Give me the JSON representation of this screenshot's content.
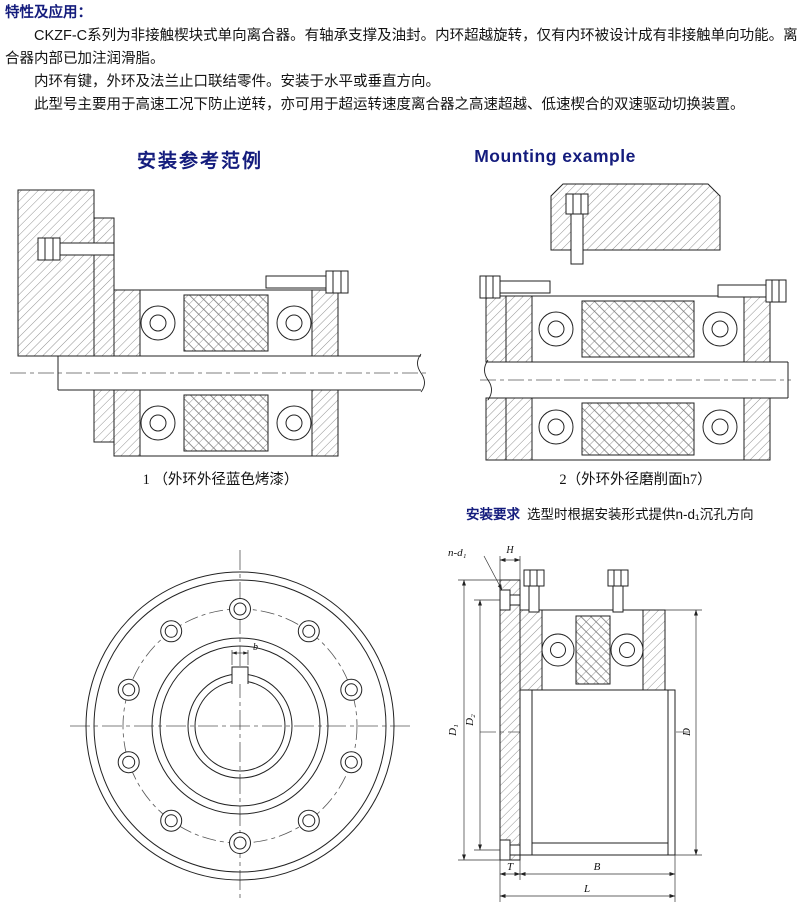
{
  "colors": {
    "accent": "#141c7d",
    "ink": "#141414",
    "line": "#222222"
  },
  "intro": {
    "title": "特性及应用：",
    "paragraphs": [
      "CKZF-C系列为非接触楔块式单向离合器。有轴承支撑及油封。内环超越旋转，仅有内环被设计成有非接触单向功能。离合器内部已加注润滑脂。",
      "内环有键，外环及法兰止口联结零件。安装于水平或垂直方向。",
      "此型号主要用于高速工况下防止逆转，亦可用于超运转速度离合器之高速超越、低速楔合的双速驱动切换装置。"
    ]
  },
  "headings": {
    "zh": "安装参考范例",
    "en": "Mounting example"
  },
  "figures": {
    "fig1": {
      "caption": "1 （外环外径蓝色烤漆）"
    },
    "fig2": {
      "caption": "2（外环外径磨削面h7）"
    }
  },
  "note": {
    "label": "安装要求",
    "text": "选型时根据安装形式提供n-d₁沉孔方向"
  },
  "dims": {
    "n_d1": "n-d₁",
    "H": "H",
    "D1": "D₁",
    "D2": "D₂",
    "D": "D",
    "T": "T",
    "B": "B",
    "L": "L",
    "b": "b"
  }
}
